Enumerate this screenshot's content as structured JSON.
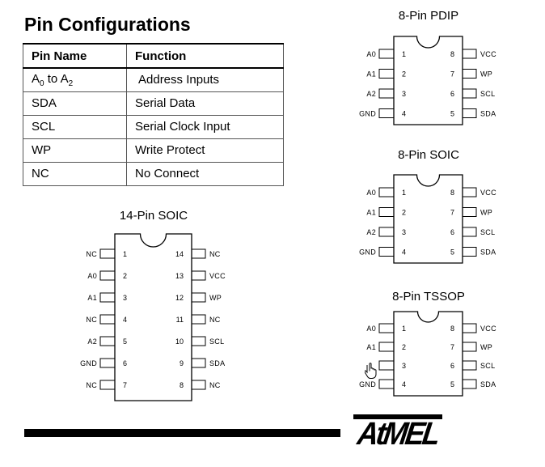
{
  "title": "Pin Configurations",
  "table": {
    "headers": [
      "Pin Name",
      "Function"
    ],
    "rows": [
      {
        "name_base": "A",
        "name_sub0": "0",
        "name_mid": " to A",
        "name_sub1": "2",
        "function": "Address Inputs"
      },
      {
        "name": "SDA",
        "function": "Serial Data"
      },
      {
        "name": "SCL",
        "function": "Serial Clock Input"
      },
      {
        "name": "WP",
        "function": "Write Protect"
      },
      {
        "name": "NC",
        "function": "No Connect"
      }
    ]
  },
  "packages": {
    "pdip8": {
      "title": "8-Pin PDIP",
      "left_pins": [
        {
          "label": "A0",
          "num": "1"
        },
        {
          "label": "A1",
          "num": "2"
        },
        {
          "label": "A2",
          "num": "3"
        },
        {
          "label": "GND",
          "num": "4"
        }
      ],
      "right_pins": [
        {
          "label": "VCC",
          "num": "8"
        },
        {
          "label": "WP",
          "num": "7"
        },
        {
          "label": "SCL",
          "num": "6"
        },
        {
          "label": "SDA",
          "num": "5"
        }
      ]
    },
    "soic8": {
      "title": "8-Pin SOIC",
      "left_pins": [
        {
          "label": "A0",
          "num": "1"
        },
        {
          "label": "A1",
          "num": "2"
        },
        {
          "label": "A2",
          "num": "3"
        },
        {
          "label": "GND",
          "num": "4"
        }
      ],
      "right_pins": [
        {
          "label": "VCC",
          "num": "8"
        },
        {
          "label": "WP",
          "num": "7"
        },
        {
          "label": "SCL",
          "num": "6"
        },
        {
          "label": "SDA",
          "num": "5"
        }
      ]
    },
    "tssop8": {
      "title": "8-Pin TSSOP",
      "left_pins": [
        {
          "label": "A0",
          "num": "1"
        },
        {
          "label": "A1",
          "num": "2"
        },
        {
          "label": "",
          "num": "3"
        },
        {
          "label": "GND",
          "num": "4"
        }
      ],
      "right_pins": [
        {
          "label": "VCC",
          "num": "8"
        },
        {
          "label": "WP",
          "num": "7"
        },
        {
          "label": "SCL",
          "num": "6"
        },
        {
          "label": "SDA",
          "num": "5"
        }
      ]
    },
    "soic14": {
      "title": "14-Pin SOIC",
      "left_pins": [
        {
          "label": "NC",
          "num": "1"
        },
        {
          "label": "A0",
          "num": "2"
        },
        {
          "label": "A1",
          "num": "3"
        },
        {
          "label": "NC",
          "num": "4"
        },
        {
          "label": "A2",
          "num": "5"
        },
        {
          "label": "GND",
          "num": "6"
        },
        {
          "label": "NC",
          "num": "7"
        }
      ],
      "right_pins": [
        {
          "label": "NC",
          "num": "14"
        },
        {
          "label": "VCC",
          "num": "13"
        },
        {
          "label": "WP",
          "num": "12"
        },
        {
          "label": "NC",
          "num": "11"
        },
        {
          "label": "SCL",
          "num": "10"
        },
        {
          "label": "SDA",
          "num": "9"
        },
        {
          "label": "NC",
          "num": "8"
        }
      ]
    }
  },
  "logo": {
    "text": "AtMEL"
  },
  "icons": {
    "cursor": "hand-pointer-icon"
  }
}
